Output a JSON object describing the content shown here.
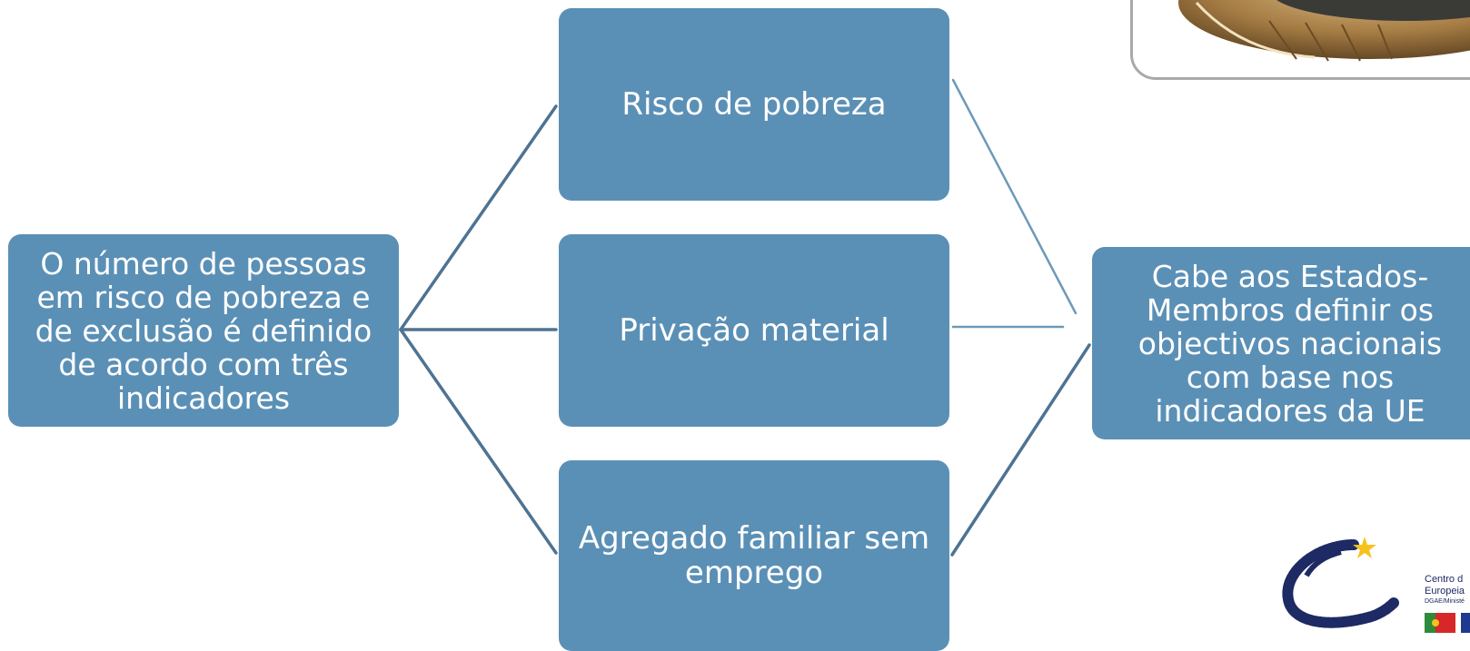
{
  "diagram": {
    "left_node": "O número de pessoas em risco de pobreza e de exclusão é definido de acordo com três indicadores",
    "indicators": [
      "Risco de pobreza",
      "Privação material",
      "Agregado familiar sem emprego"
    ],
    "right_node": "Cabe aos Estados-Membros definir os objectivos nacionais com base nos indicadores da UE"
  },
  "colors": {
    "node_fill": "#5b90b6",
    "connector": "#4e7393",
    "connector_light": "#6d99b8",
    "frame_border": "#a9a9a9",
    "logo_navy": "#1d2a63",
    "logo_star": "#f6c21b"
  },
  "logo": {
    "line1": "Centro d",
    "line2": "Europeia",
    "line3": "DGAE/Ministé"
  },
  "icons": [
    "eu-centre-logo-icon",
    "star-icon",
    "portugal-flag-icon",
    "eu-flag-icon",
    "photo-image"
  ]
}
